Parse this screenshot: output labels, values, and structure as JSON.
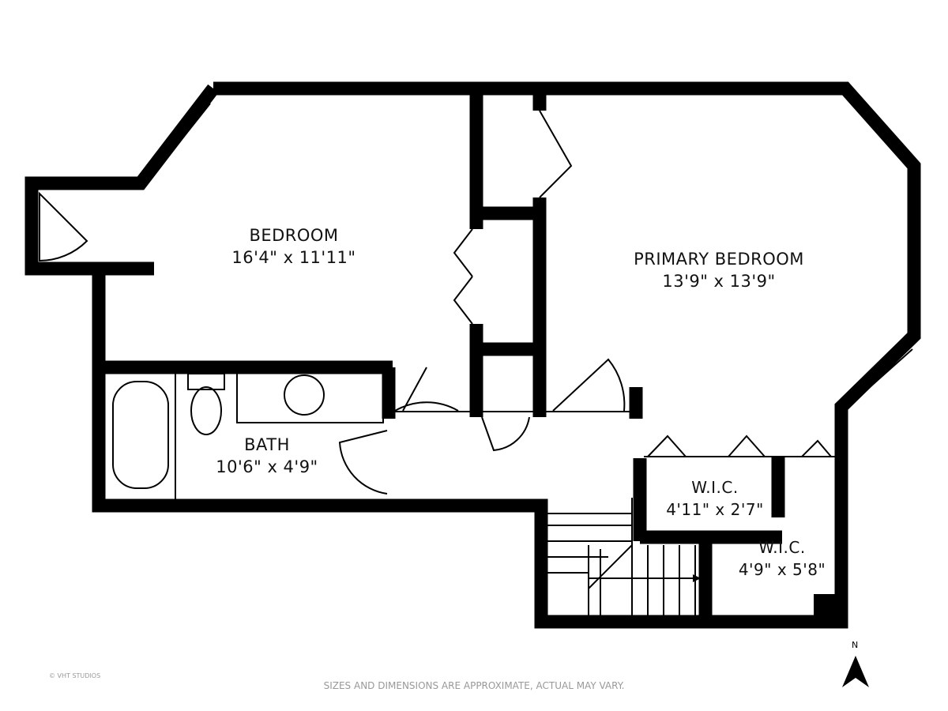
{
  "rooms": [
    {
      "name": "BEDROOM",
      "size": "16'4\" x 11'11\""
    },
    {
      "name": "PRIMARY BEDROOM",
      "size": "13'9\" x 13'9\""
    },
    {
      "name": "BATH",
      "size": "10'6\" x 4'9\""
    },
    {
      "name": "W.I.C.",
      "size": "4'11\" x 2'7\""
    },
    {
      "name": "W.I.C.",
      "size": "4'9\" x 5'8\""
    }
  ],
  "disclaimer": "SIZES AND DIMENSIONS ARE APPROXIMATE, ACTUAL MAY VARY.",
  "copyright": "© VHT STUDIOS",
  "north_label": "N",
  "colors": {
    "wall": "#000000",
    "text": "#111111",
    "footnote": "#999999"
  }
}
